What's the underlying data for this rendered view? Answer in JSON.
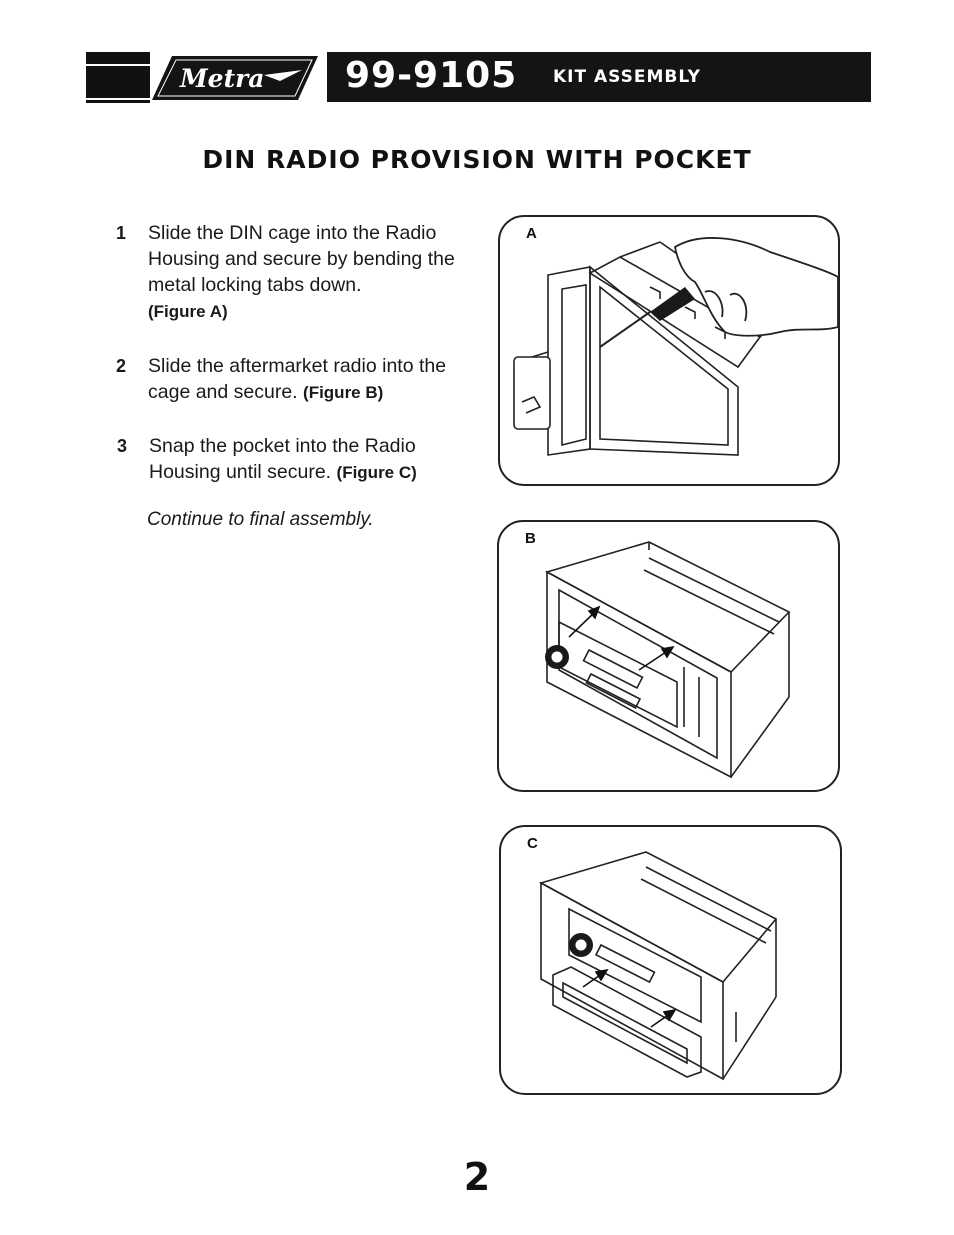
{
  "header": {
    "brand": "Metra",
    "model": "99-9105",
    "section": "KIT ASSEMBLY"
  },
  "page_title": "DIN RADIO PROVISION WITH POCKET",
  "steps": [
    {
      "num": "1",
      "text": "Slide the DIN cage into the Radio Housing and secure by bending the metal locking tabs down.",
      "ref": "(Figure A)"
    },
    {
      "num": "2",
      "text": "Slide the aftermarket radio into the cage and secure.",
      "ref": "(Figure B)"
    },
    {
      "num": "3",
      "text": "Snap the pocket into the Radio Housing until secure.",
      "ref": "(Figure C)"
    }
  ],
  "continue_note": "Continue to final assembly.",
  "figures": [
    {
      "label": "A"
    },
    {
      "label": "B"
    },
    {
      "label": "C"
    }
  ],
  "page_number": "2"
}
